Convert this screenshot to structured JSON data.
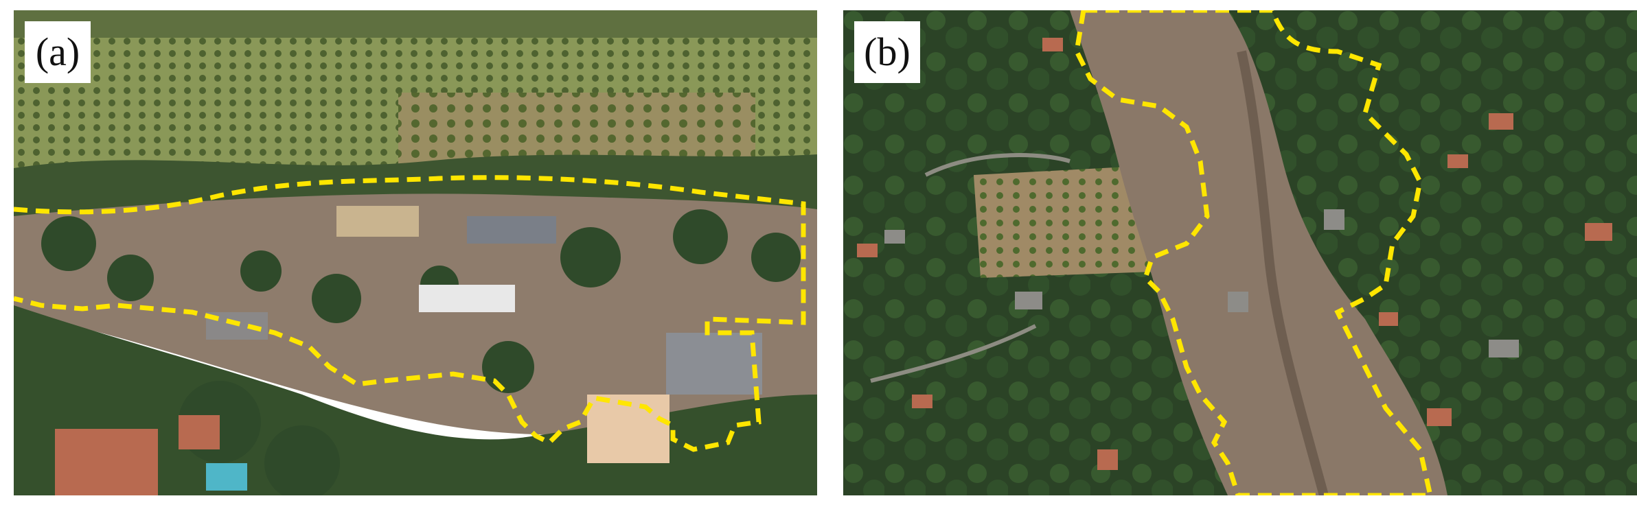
{
  "figure": {
    "panels": [
      {
        "label": "(a)",
        "content": "aerial-photo-debris-flow-orchard-homes"
      },
      {
        "label": "(b)",
        "content": "aerial-photo-debris-flow-channel-neighborhood"
      }
    ],
    "colors": {
      "outline": "#ffe600",
      "mud": "#8a7868",
      "tree": "#2f4a2a",
      "orchard": "#7a8a4e",
      "roof_red": "#b86a50"
    }
  }
}
